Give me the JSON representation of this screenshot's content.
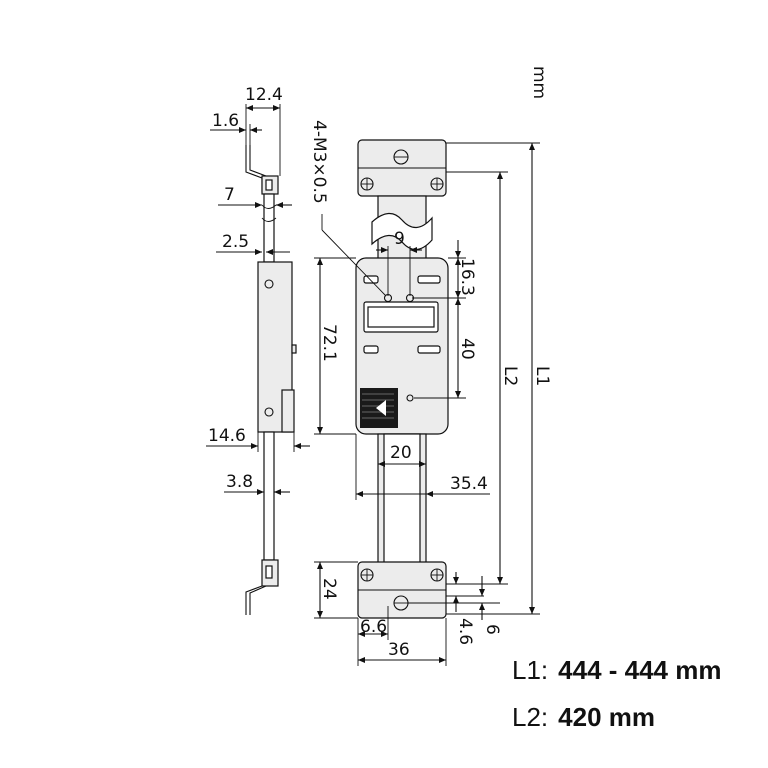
{
  "unit": "mm",
  "thread_note": "4-M3×0.5",
  "dimensions": {
    "d12_4": "12.4",
    "d1_6": "1.6",
    "d7": "7",
    "d2_5": "2.5",
    "d14_6": "14.6",
    "d3_8": "3.8",
    "d9": "9",
    "d16_3": "16.3",
    "d40": "40",
    "d72_1": "72.1",
    "d20": "20",
    "d35_4": "35.4",
    "d24": "24",
    "d6_6": "6.6",
    "d36": "36",
    "d4_6": "4.6",
    "d6": "6",
    "l1": "L1",
    "l2": "L2"
  },
  "legend": {
    "l1_label": "L1:",
    "l1_value": "444 - 444 mm",
    "l2_label": "L2:",
    "l2_value": "420 mm"
  }
}
